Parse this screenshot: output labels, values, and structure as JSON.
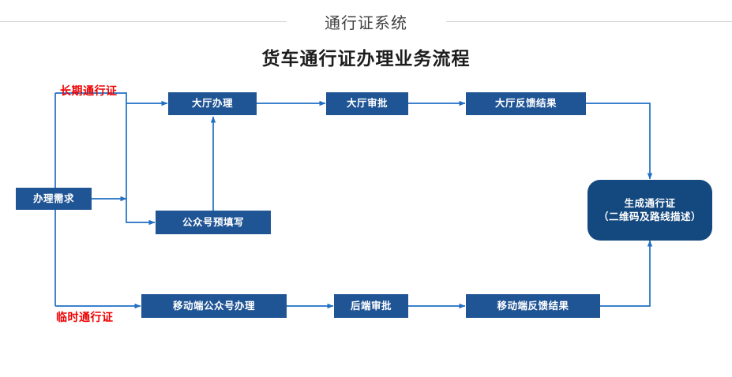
{
  "header": {
    "system_title": "通行证系统",
    "main_title": "货车通行证办理业务流程"
  },
  "labels": {
    "long_term": "长期通行证",
    "temporary": "临时通行证"
  },
  "nodes": {
    "demand": "办理需求",
    "hall_handle": "大厅办理",
    "hall_approve": "大厅审批",
    "hall_feedback": "大厅反馈结果",
    "wechat_prefill": "公众号预填写",
    "mobile_handle": "移动端公众号办理",
    "backend_approve": "后端审批",
    "mobile_feedback": "移动端反馈结果",
    "generate_line1": "生成通行证",
    "generate_line2": "（二维码及路线描述）"
  },
  "colors": {
    "node_fill": "#1f5495",
    "node_rounded_fill": "#14497f",
    "connector": "#1f6fc4",
    "label_red": "#ee0000",
    "rule_gray": "#cfcfcf"
  }
}
